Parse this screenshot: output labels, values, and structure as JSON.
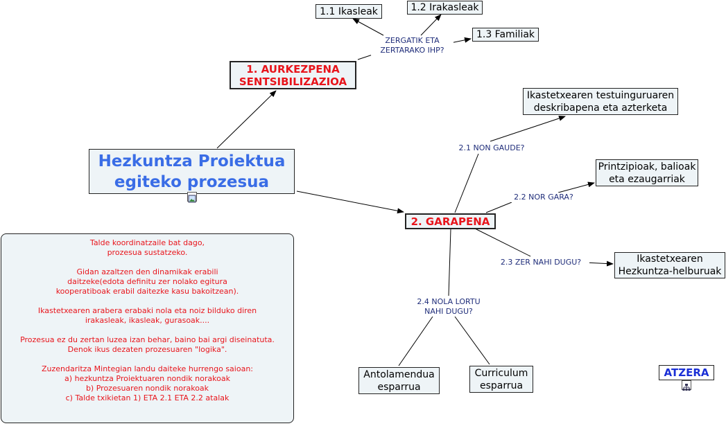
{
  "main": {
    "title": "Hezkuntza Proiektua\negiteko prozesua"
  },
  "n1": {
    "title": "1. AURKEZPENA\nSENTSIBILIZAZIOA",
    "question": "ZERGATIK ETA\nZERTARAKO IHP?",
    "children": [
      "1.1 Ikasleak",
      "1.2 Irakasleak",
      "1.3 Familiak"
    ]
  },
  "n2": {
    "title": "2. GARAPENA",
    "branches": [
      {
        "question": "2.1 NON GAUDE?",
        "target": "Ikastetxearen testuinguruaren\ndeskribapena eta azterketa"
      },
      {
        "question": "2.2 NOR GARA?",
        "target": "Printzipioak, balioak\neta ezaugarriak"
      },
      {
        "question": "2.3 ZER NAHI DUGU?",
        "target": "Ikastetxearen\nHezkuntza-helburuak"
      },
      {
        "question": "2.4 NOLA LORTU\nNAHI DUGU?",
        "targets": [
          "Antolamendua\nesparrua",
          "Curriculum\nesparrua"
        ]
      }
    ]
  },
  "note": {
    "paragraphs": [
      "Talde koordinatzaile bat dago,\nprozesua sustatzeko.",
      "Gidan azaltzen den dinamikak erabili\ndaitzeke(edota definitu zer nolako egitura\nkooperatiboak erabil daitezke kasu bakoitzean).",
      "Ikastetxearen arabera erabaki nola eta noiz bilduko diren\nirakasleak, ikasleak, gurasoak....",
      "Prozesua ez du zertan luzea izan behar, baino bai argi diseinatuta.\nDenok ikus dezaten prozesuaren \"logika\".",
      "Zuzendaritza Mintegian landu daiteke hurrengo saioan:\na) hezkuntza Proiektuaren nondik norakoak\nb) Prozesuaren nondik norakoak\nc) Talde txikietan 1) ETA 2.1 ETA 2.2 atalak"
    ]
  },
  "back": {
    "label": "ATZERA"
  },
  "colors": {
    "node_fill": "#eef4f7",
    "red_text": "#e8141b",
    "main_text": "#3a6de6",
    "label_text": "#1f2d7a",
    "back_text": "#1a2fd6"
  }
}
